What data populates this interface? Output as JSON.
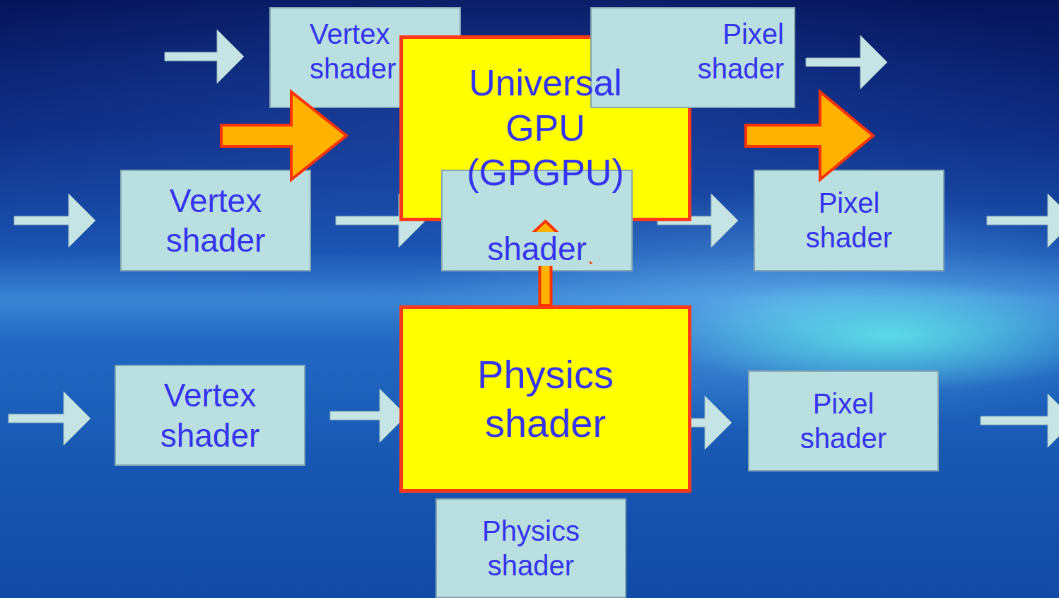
{
  "diagram": {
    "nodes": [
      {
        "text": [
          "Vertex shader"
        ]
      },
      {
        "text": [
          "Universal GPU (GPGPU)"
        ]
      },
      {
        "text": [
          "Pixel shader"
        ]
      },
      {
        "text": [
          "Vertex shader"
        ]
      },
      {
        "text": [
          "shader"
        ]
      },
      {
        "text": [
          "Pixel shader"
        ]
      },
      {
        "text": [
          "Physics shader"
        ]
      },
      {
        "text": [
          "Vertex shader"
        ]
      },
      {
        "text": [
          "Pixel shader"
        ]
      },
      {
        "text": [
          "Physics shader"
        ]
      }
    ],
    "edges": [
      {
        "from": 3,
        "to": 4,
        "arrow": "to"
      },
      {
        "from": 4,
        "to": 5,
        "arrow": "to"
      },
      {
        "from": 6,
        "to": 1,
        "arrow": "to"
      }
    ]
  }
}
